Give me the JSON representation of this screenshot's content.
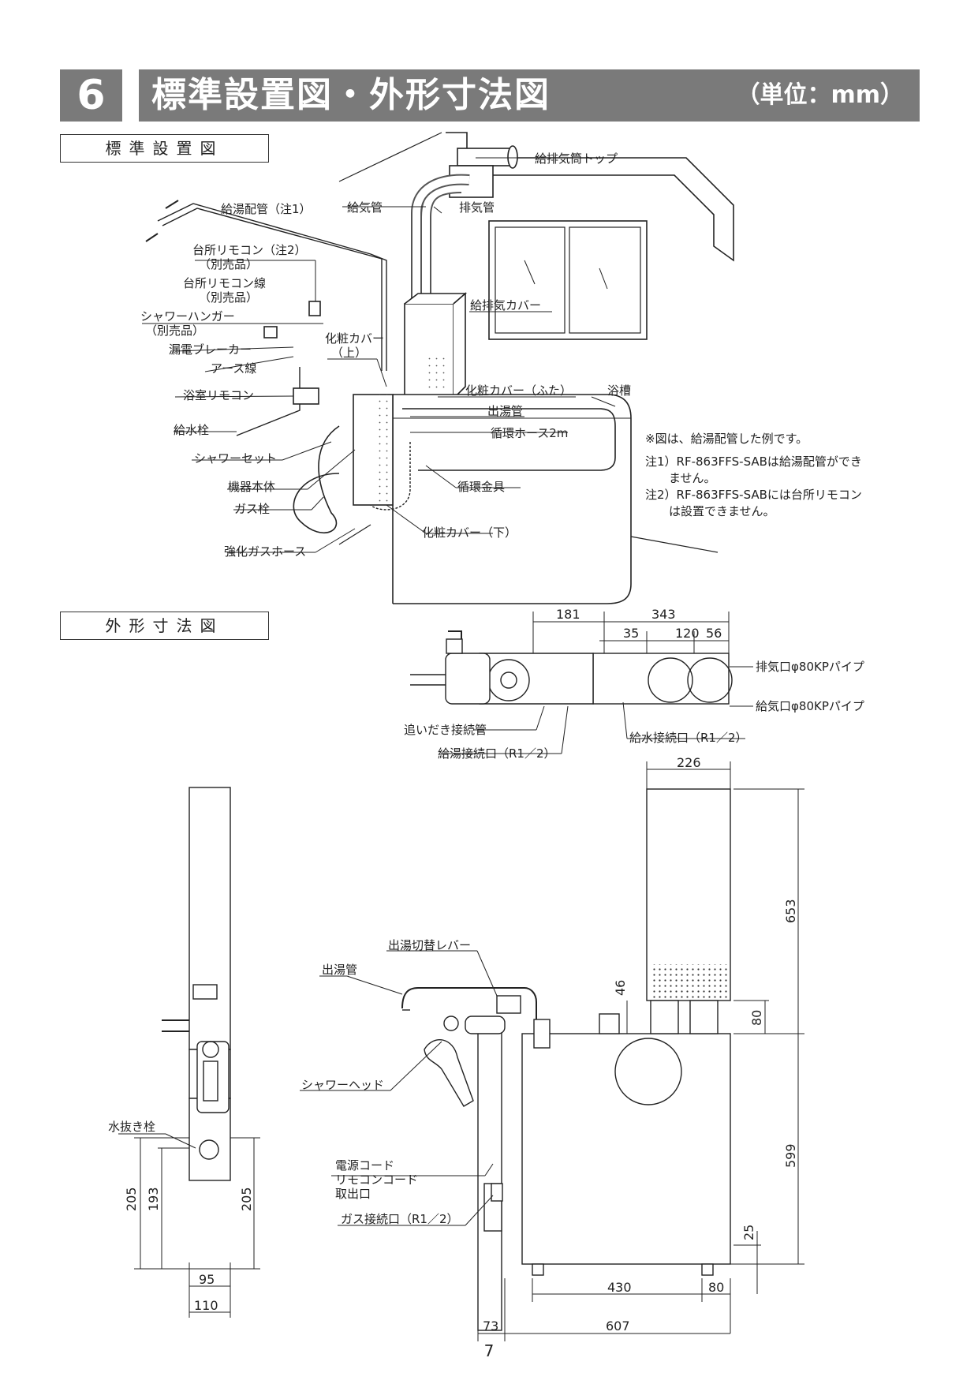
{
  "header": {
    "number": "6",
    "title": "標準設置図・外形寸法図",
    "unit": "（単位：mm）"
  },
  "sections": {
    "install": "標準設置図",
    "dimensions": "外形寸法図"
  },
  "install_labels": {
    "vent_top": "給排気筒トップ",
    "intake_pipe": "給気管",
    "exhaust_pipe": "排気管",
    "hot_water_piping": "給湯配管（注1）",
    "kitchen_remote": "台所リモコン（注2）",
    "kitchen_remote_sub": "（別売品）",
    "kitchen_remote_wire": "台所リモコン線",
    "kitchen_remote_wire_sub": "（別売品）",
    "shower_hanger": "シャワーハンガー",
    "shower_hanger_sub": "（別売品）",
    "breaker": "漏電ブレーカー",
    "earth_wire": "アース線",
    "bath_remote": "浴室リモコン",
    "water_tap": "給水栓",
    "shower_set": "シャワーセット",
    "unit_body": "機器本体",
    "gas_tap": "ガス栓",
    "gas_hose": "強化ガスホース",
    "vent_cover": "給排気カバー",
    "cover_upper": "化粧カバー",
    "cover_upper_sub": "（上）",
    "cover_lid": "化粧カバー（ふた）",
    "outlet_pipe": "出湯管",
    "circ_hose": "循環ホース2m",
    "circ_fitting": "循環金具",
    "cover_lower": "化粧カバー（下）",
    "bathtub": "浴槽"
  },
  "notes": [
    "※図は、給湯配管した例です。",
    "注1）RF-863FFS-SABは給湯配管ができ",
    "　　ません。",
    "注2）RF-863FFS-SABには台所リモコン",
    "　　は設置できません。"
  ],
  "top_view": {
    "dims": {
      "d181": "181",
      "d343": "343",
      "d35": "35",
      "d120": "120",
      "d56": "56"
    },
    "labels": {
      "exhaust_port": "排気口φ80KPパイプ",
      "intake_port": "給気口φ80KPパイプ",
      "reheat_conn": "追いだき接続管",
      "hot_conn": "給湯接続口（R1／2）",
      "water_conn": "給水接続口（R1／2）"
    }
  },
  "side_view": {
    "drain_tap": "水抜き栓",
    "dims": {
      "d205a": "205",
      "d193": "193",
      "d205b": "205",
      "d95": "95",
      "d110": "110"
    }
  },
  "front_view": {
    "labels": {
      "switch_lever": "出湯切替レバー",
      "outlet_pipe": "出湯管",
      "shower_head": "シャワーヘッド",
      "cord1": "電源コード",
      "cord2": "リモコンコード",
      "cord3": "取出口",
      "gas_conn": "ガス接続口（R1／2）"
    },
    "dims": {
      "d226": "226",
      "d653": "653",
      "d46": "46",
      "d80a": "80",
      "d599": "599",
      "d25": "25",
      "d430": "430",
      "d80b": "80",
      "d73": "73",
      "d607": "607"
    }
  },
  "page_number": "7"
}
